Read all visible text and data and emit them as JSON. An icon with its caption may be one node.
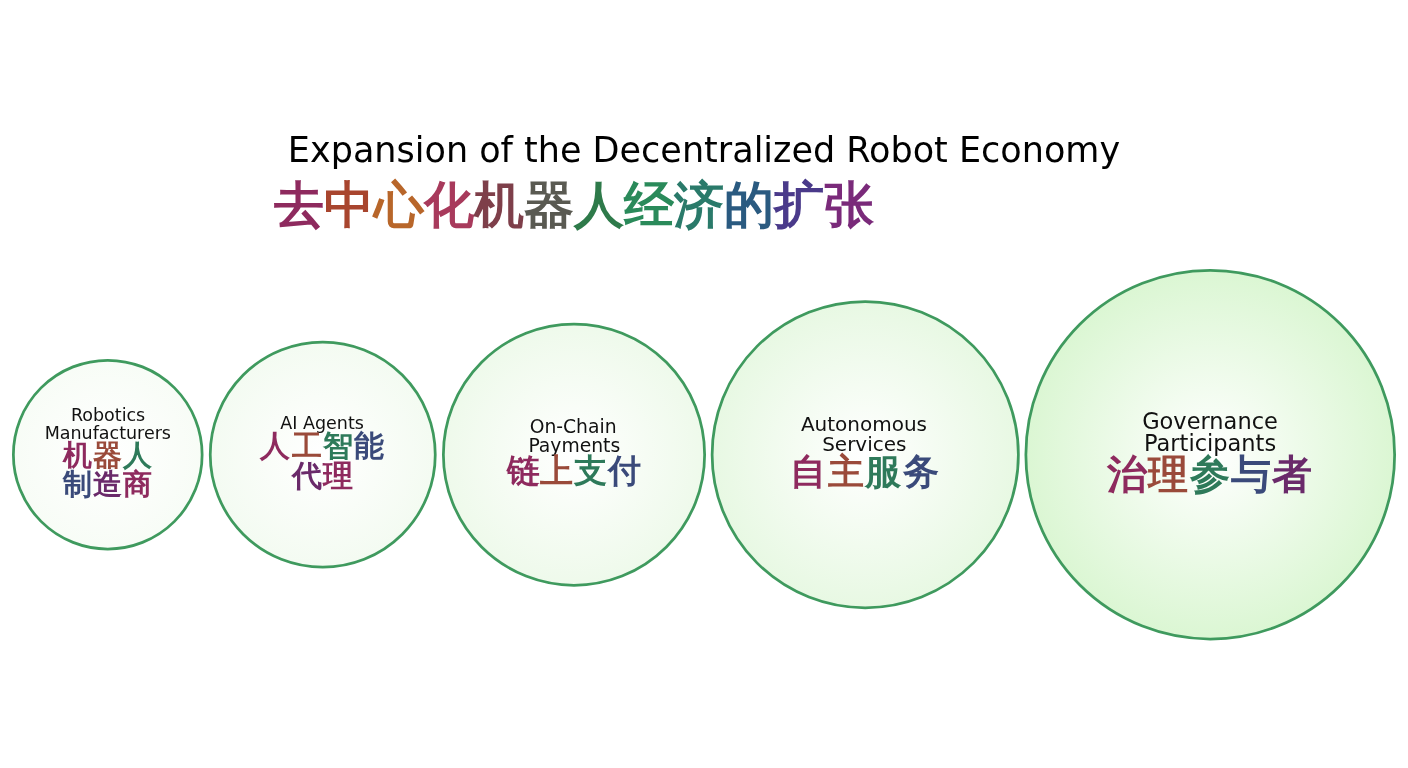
{
  "diagram": {
    "title": "Expansion of the Decentralized Robot Economy",
    "nodes": [
      {
        "text": [
          "Robotics Manufacturers",
          "机器人制造商"
        ]
      },
      {
        "text": [
          "AI Agents",
          "人工智能代理"
        ]
      },
      {
        "text": [
          "On-Chain Payments",
          "链上支付"
        ]
      },
      {
        "text": [
          "Autonomous Services",
          "自主服务"
        ]
      },
      {
        "text": [
          "Governance Participants",
          "治理参与者"
        ]
      }
    ],
    "labels": [
      "去中心化机器人经济的扩张"
    ]
  }
}
